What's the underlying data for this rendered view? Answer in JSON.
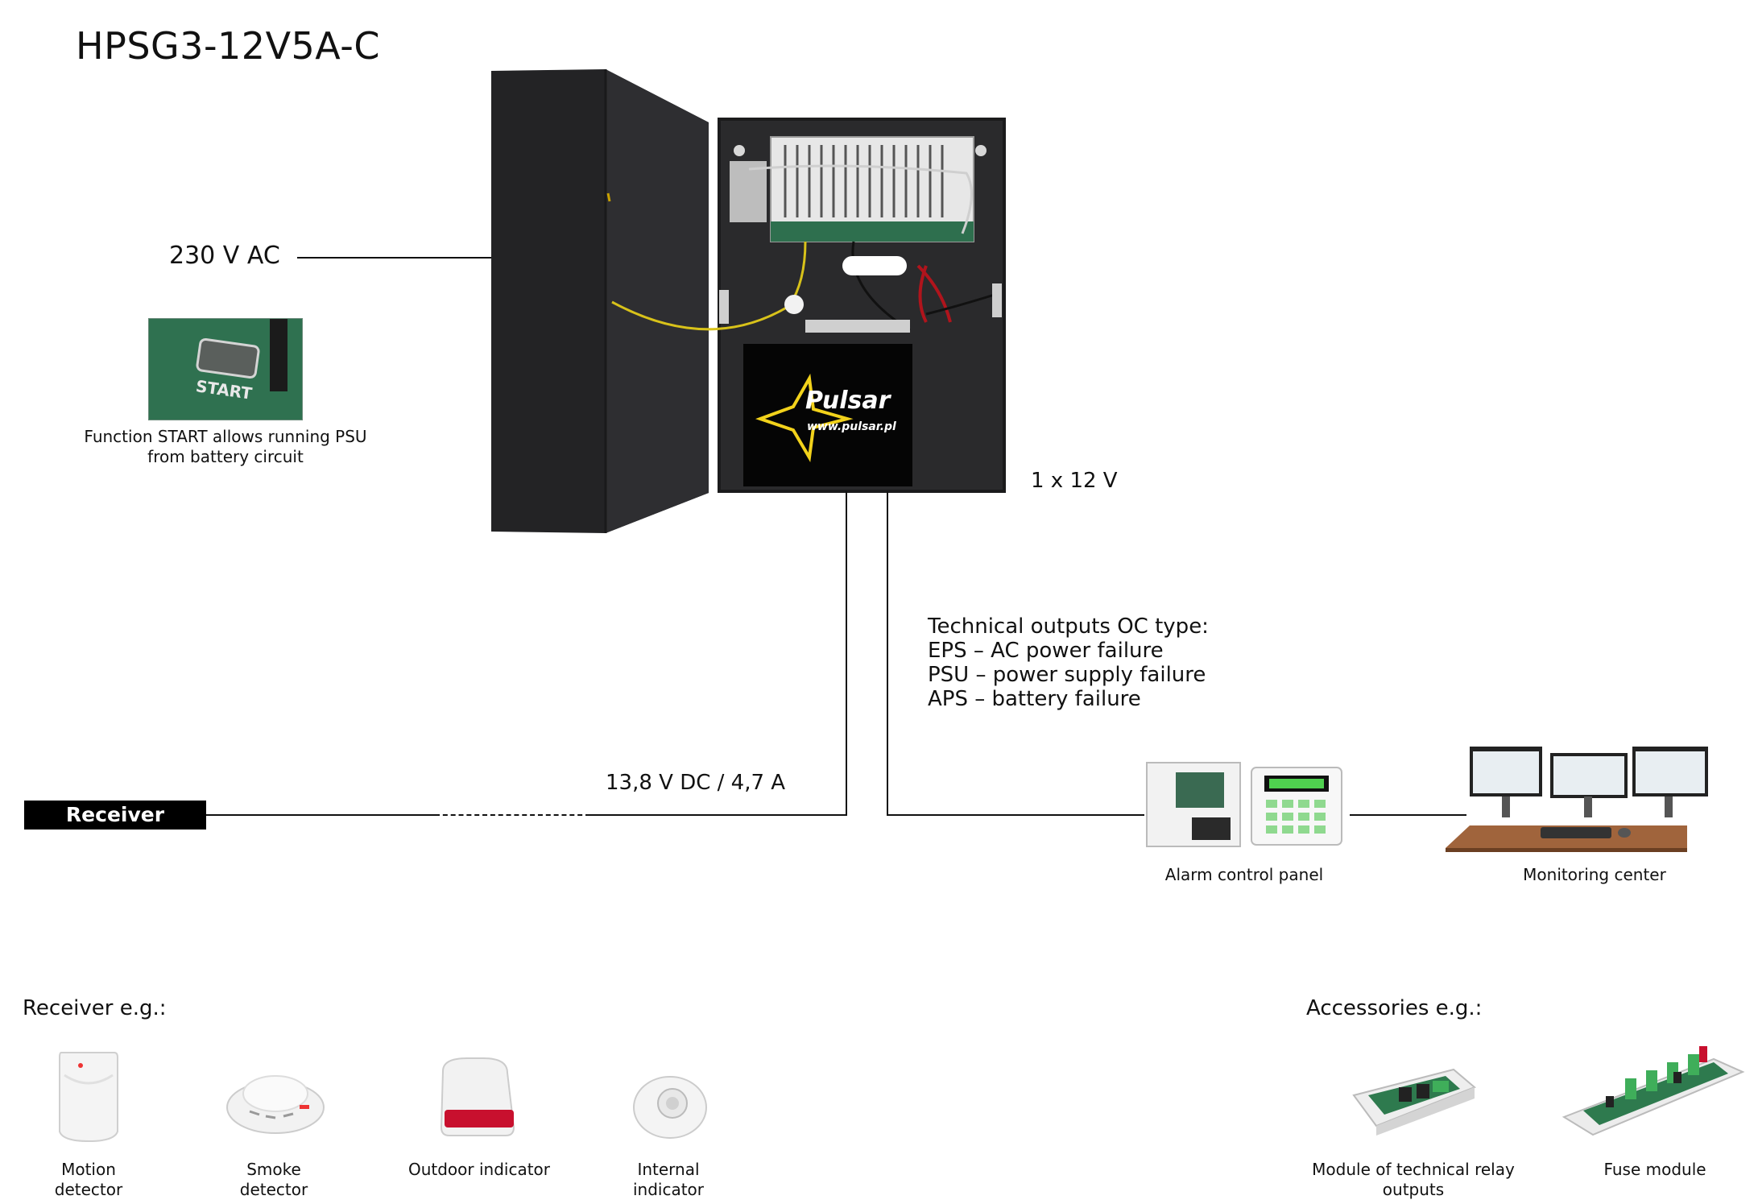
{
  "title": "HPSG3-12V5A-C",
  "input_label": "230 V AC",
  "start_button_text": "START",
  "start_caption": [
    "Function START allows running PSU",
    "from battery circuit"
  ],
  "battery_label": "1 x 12 V",
  "battery_brand": "Pulsar",
  "battery_url": "www.pulsar.pl",
  "technical_outputs": [
    "Technical outputs OC type:",
    "EPS – AC power failure",
    "PSU – power supply failure",
    "APS – battery failure"
  ],
  "output_label": "13,8 V DC / 4,7 A",
  "receiver_bar": "Receiver",
  "alarm_panel": "Alarm control panel",
  "monitoring_center": "Monitoring center",
  "receiver_examples": {
    "heading": "Receiver e.g.:",
    "items": [
      {
        "label": [
          "Motion",
          "detector"
        ],
        "icon": "motion-detector-icon"
      },
      {
        "label": [
          "Smoke",
          "detector"
        ],
        "icon": "smoke-detector-icon"
      },
      {
        "label": [
          "Outdoor indicator"
        ],
        "icon": "outdoor-siren-icon"
      },
      {
        "label": [
          "Internal",
          "indicator"
        ],
        "icon": "internal-siren-icon"
      }
    ]
  },
  "accessories": {
    "heading": "Accessories e.g.:",
    "items": [
      {
        "label": [
          "Module of technical relay",
          "outputs"
        ],
        "icon": "relay-module-icon"
      },
      {
        "label": [
          "Fuse module"
        ],
        "icon": "fuse-module-icon"
      }
    ]
  },
  "colors": {
    "enclosure": "#2b2b2d",
    "pcb_green": "#2e6f4e",
    "receiver_bar": "#000000",
    "desk": "#a0643c",
    "siren_red": "#c8102e",
    "logo_yellow": "#f2d21b"
  }
}
